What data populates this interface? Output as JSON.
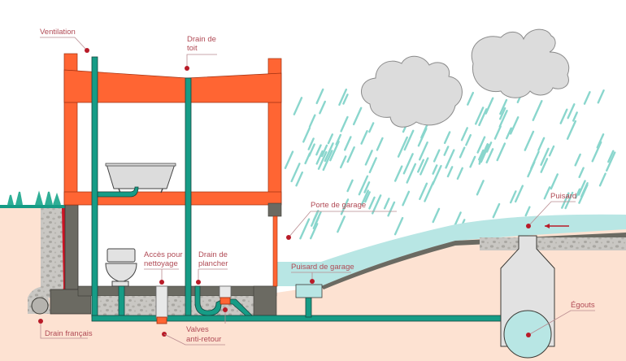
{
  "diagram": {
    "title": "Drainage résidentiel",
    "colors": {
      "sky": "#ffffff",
      "soil": "#fde2d2",
      "structure": "#ff6533",
      "pipe": "#169c86",
      "concrete": "#6b6a62",
      "gravel": "#c9c7c3",
      "water": "#b8e6e4",
      "rain": "#8ad6cd",
      "cloud": "#dcdcdc",
      "label": "#b04a55",
      "marker": "#b81b28"
    },
    "labels": {
      "ventilation": "Ventilation",
      "roof_drain_1": "Drain de",
      "roof_drain_2": "toit",
      "garage_door": "Porte de garage",
      "sump": "Puisard",
      "cleanout_1": "Accès pour",
      "cleanout_2": "nettoyage",
      "floor_drain_1": "Drain de",
      "floor_drain_2": "plancher",
      "garage_sump": "Puisard de garage",
      "french_drain": "Drain français",
      "check_valves_1": "Valves",
      "check_valves_2": "anti-retour",
      "sewer": "Égouts"
    }
  }
}
